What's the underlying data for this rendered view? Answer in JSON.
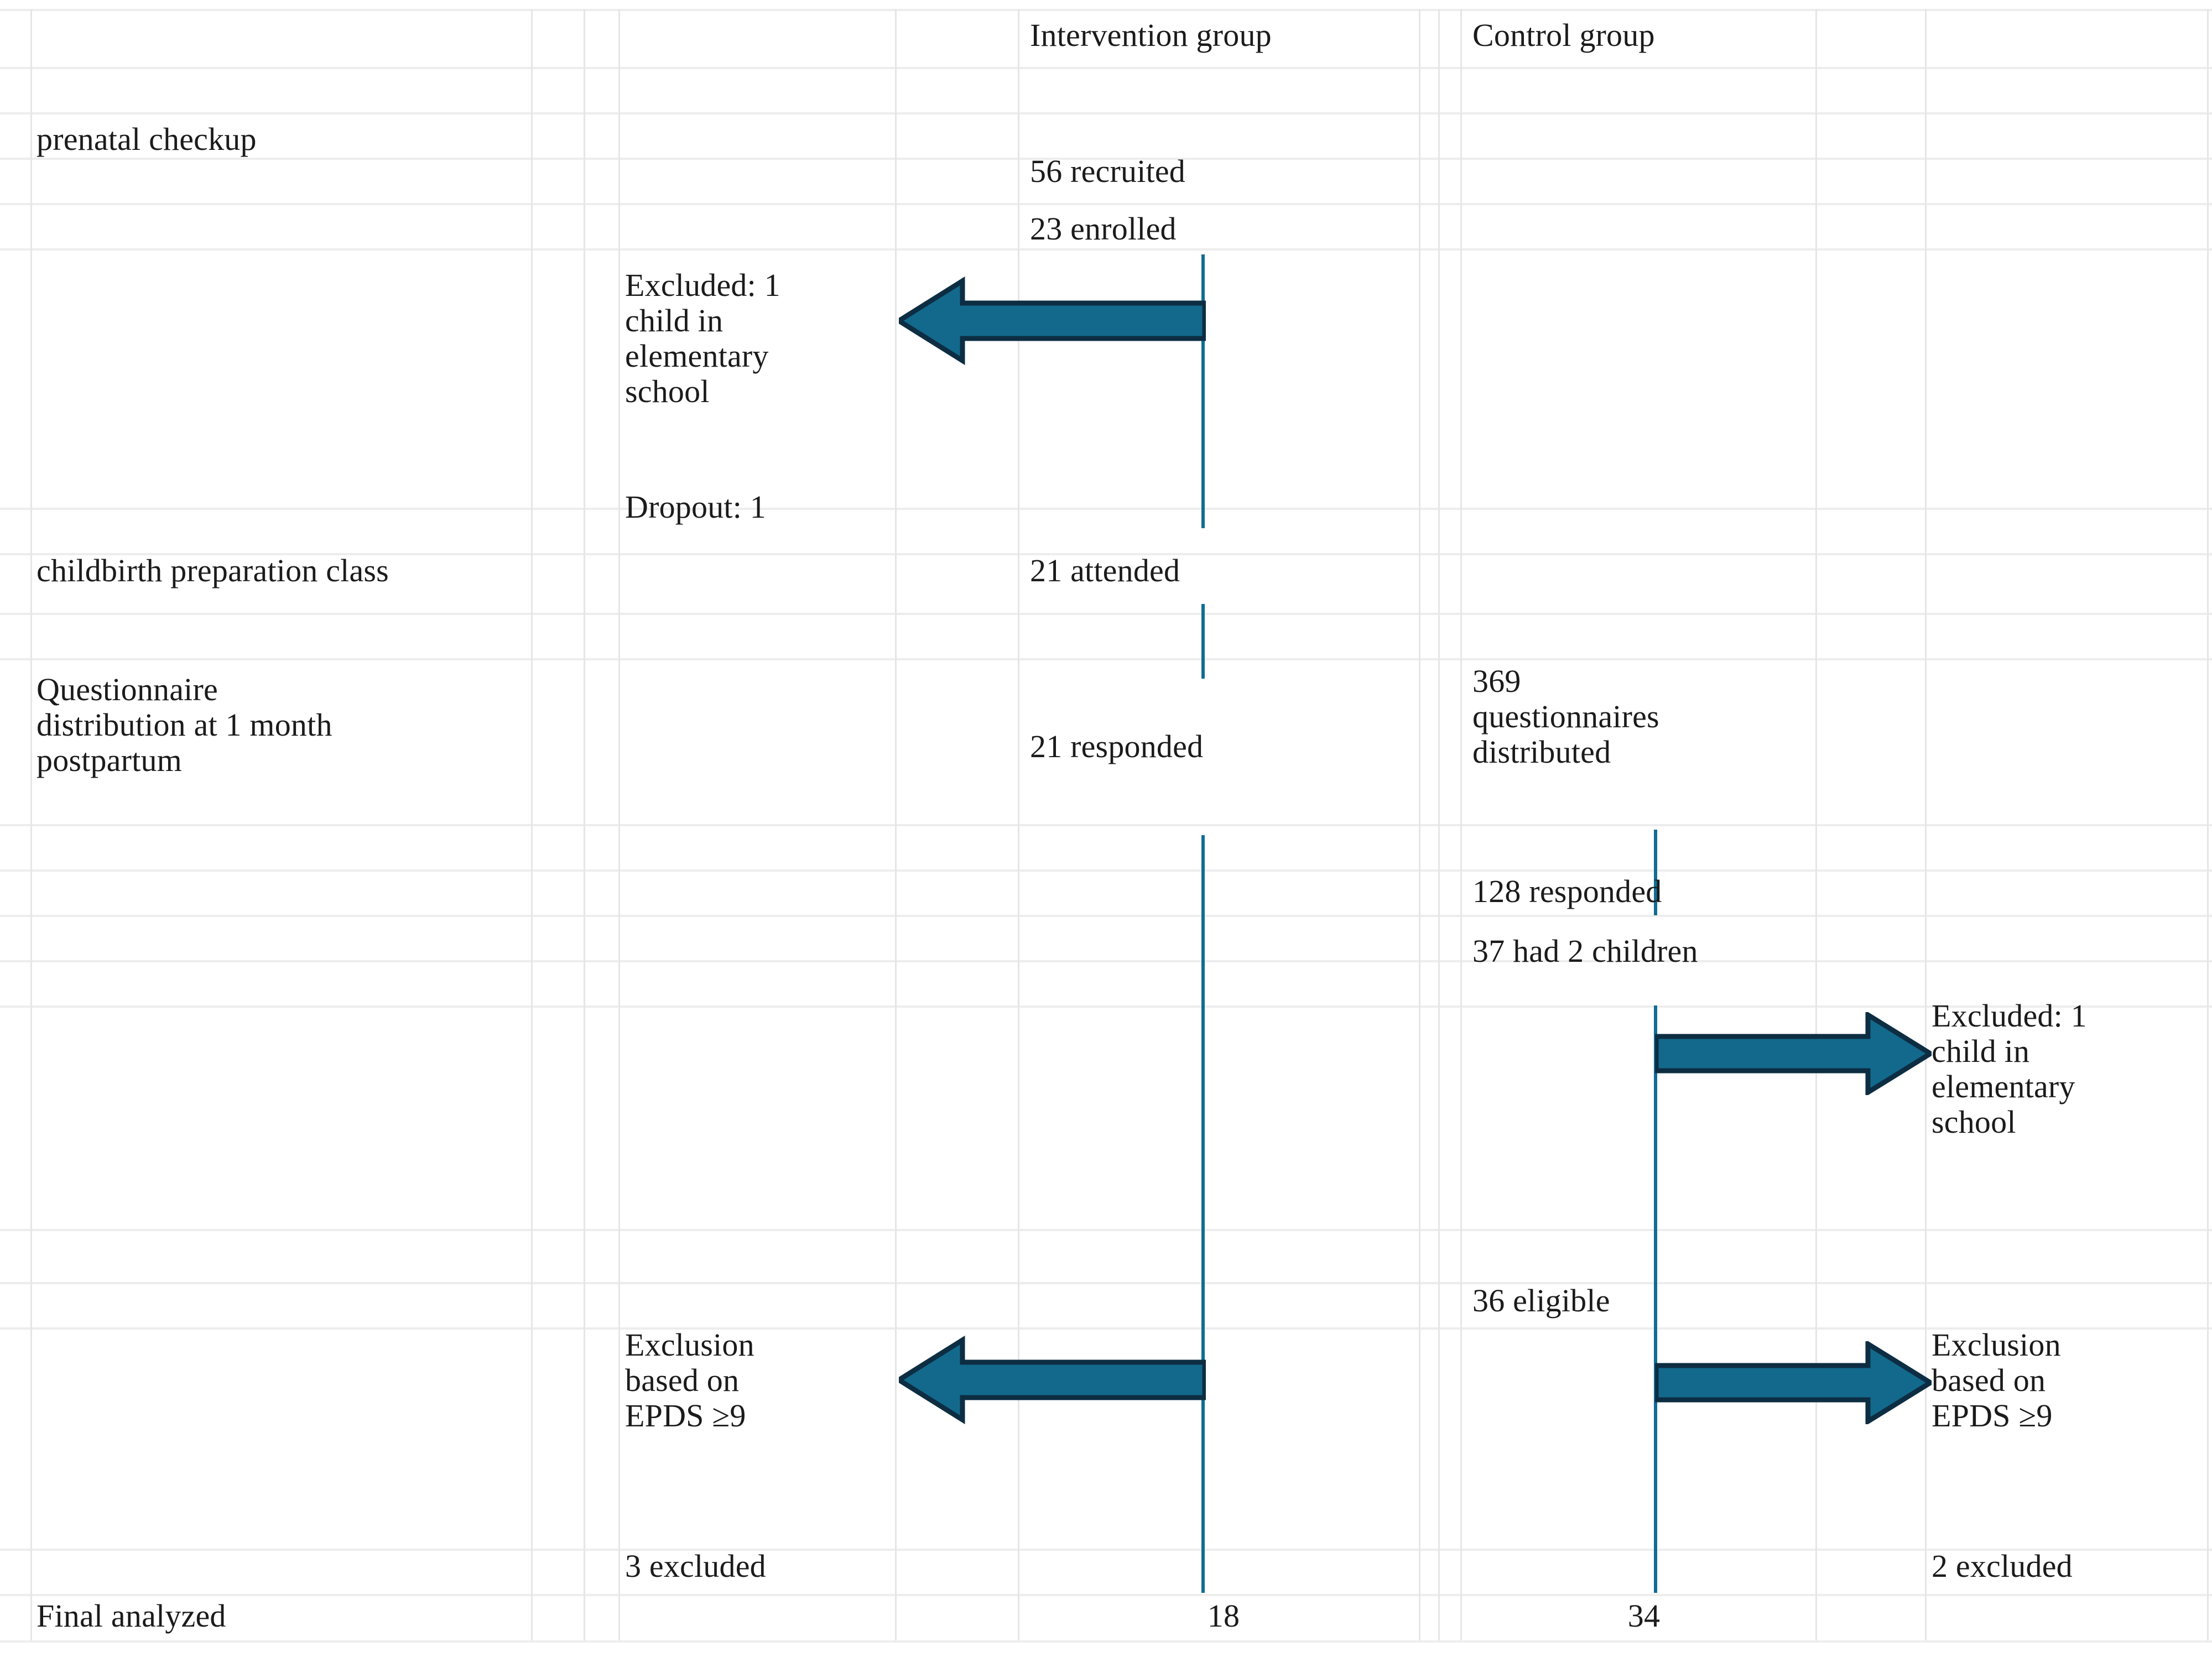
{
  "diagram": {
    "type": "flowchart",
    "title": "Participant flow diagram",
    "colors": {
      "arrow_fill": "#12698c",
      "arrow_stroke": "#0d2d42",
      "connector": "#0f6d93",
      "gridline": "#e6e6e6",
      "text": "#1b1b1b"
    },
    "columns": [
      {
        "id": "stage",
        "label": ""
      },
      {
        "id": "spacer1",
        "label": ""
      },
      {
        "id": "spacer2",
        "label": ""
      },
      {
        "id": "left_note",
        "label": ""
      },
      {
        "id": "left_arrow_zone",
        "label": ""
      },
      {
        "id": "intervention",
        "label": "Intervention group"
      },
      {
        "id": "gap1",
        "label": ""
      },
      {
        "id": "control",
        "label": "Control group"
      },
      {
        "id": "right_arrow_zone",
        "label": ""
      },
      {
        "id": "right_note",
        "label": ""
      }
    ],
    "headers": {
      "intervention_group": "Intervention group",
      "control_group": "Control group"
    },
    "stages": [
      {
        "label": "prenatal checkup"
      },
      {
        "label": "childbirth preparation class"
      },
      {
        "label": "Questionnaire\ndistribution at 1 month\npostpartum"
      },
      {
        "label": "Final analyzed"
      }
    ],
    "intervention": {
      "recruited": "56 recruited",
      "enrolled": "23 enrolled",
      "attended": "21 attended",
      "responded": "21 responded",
      "final_analyzed": "18"
    },
    "control": {
      "distributed": "369\nquestionnaires\ndistributed",
      "responded": "128 responded",
      "two_children": "37 had 2 children",
      "eligible": "36 eligible",
      "final_analyzed": "34"
    },
    "left_notes": {
      "excluded_school": "Excluded: 1\nchild in\nelementary\nschool",
      "dropout": "Dropout: 1",
      "epds_exclusion": "Exclusion\nbased on\nEPDS ≥9",
      "excluded_count": "3 excluded"
    },
    "right_notes": {
      "excluded_school": "Excluded: 1\nchild in\nelementary\nschool",
      "epds_exclusion": "Exclusion\nbased on\nEPDS ≥9",
      "excluded_count": "2 excluded"
    },
    "arrows": [
      {
        "id": "left-arrow-excluded-school",
        "direction": "left"
      },
      {
        "id": "right-arrow-excluded-school",
        "direction": "right"
      },
      {
        "id": "left-arrow-epds-exclusion",
        "direction": "left"
      },
      {
        "id": "right-arrow-epds-exclusion",
        "direction": "right"
      }
    ]
  }
}
